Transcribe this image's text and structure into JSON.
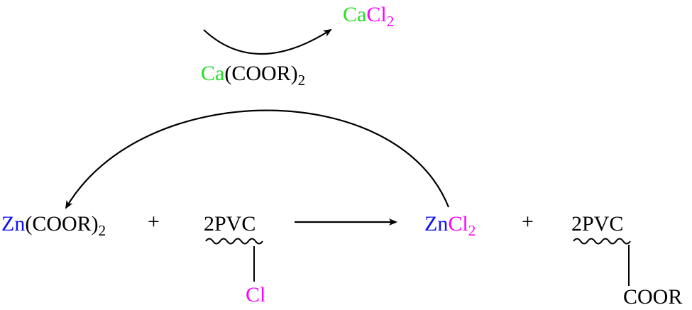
{
  "colors": {
    "calcium": "#22e022",
    "chlorine": "#ff00ff",
    "zinc": "#1010ee",
    "default": "#000000"
  },
  "top": {
    "product": {
      "ca": "Ca",
      "cl": "Cl",
      "sub": "2"
    },
    "reagent": {
      "ca": "Ca",
      "rest": "(COOR)",
      "sub": "2"
    }
  },
  "reactants": {
    "zinc_salt": {
      "zn": "Zn",
      "rest": "(COOR)",
      "sub": "2"
    },
    "plus": "+",
    "pvc": {
      "label": "2PVC",
      "substituent": "Cl"
    }
  },
  "products": {
    "zinc_chloride": {
      "zn": "Zn",
      "cl": "Cl",
      "sub": "2"
    },
    "plus": "+",
    "pvc": {
      "label": "2PVC",
      "substituent": "COOR"
    }
  }
}
